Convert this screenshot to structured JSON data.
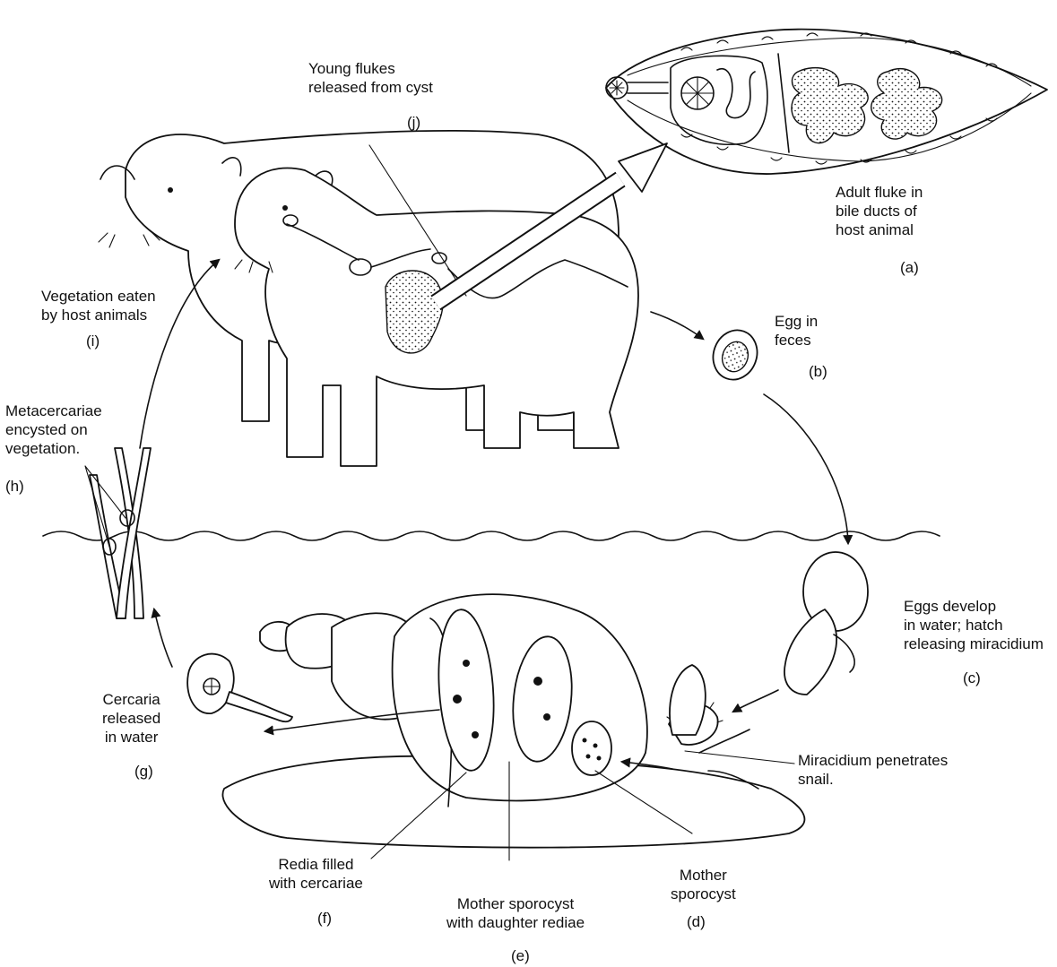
{
  "labels": {
    "j_text": "Young flukes\nreleased from cyst",
    "j_tag": "(j)",
    "a_text": "Adult fluke in\nbile ducts of\nhost animal",
    "a_tag": "(a)",
    "i_text": "Vegetation eaten\nby host animals",
    "i_tag": "(i)",
    "b_text": "Egg in\nfeces",
    "b_tag": "(b)",
    "h_text": "Metacercariae\nencysted on\nvegetation.",
    "h_tag": "(h)",
    "c_text": "Eggs develop\nin water; hatch\nreleasing miracidium",
    "c_tag": "(c)",
    "g_text": "Cercaria\nreleased\nin water",
    "g_tag": "(g)",
    "miracidium_text": "Miracidium penetrates\nsnail.",
    "f_text": "Redia filled\nwith cercariae",
    "f_tag": "(f)",
    "e_text": "Mother sporocyst\nwith daughter rediae",
    "e_tag": "(e)",
    "d_text": "Mother\nsporocyst",
    "d_tag": "(d)"
  }
}
